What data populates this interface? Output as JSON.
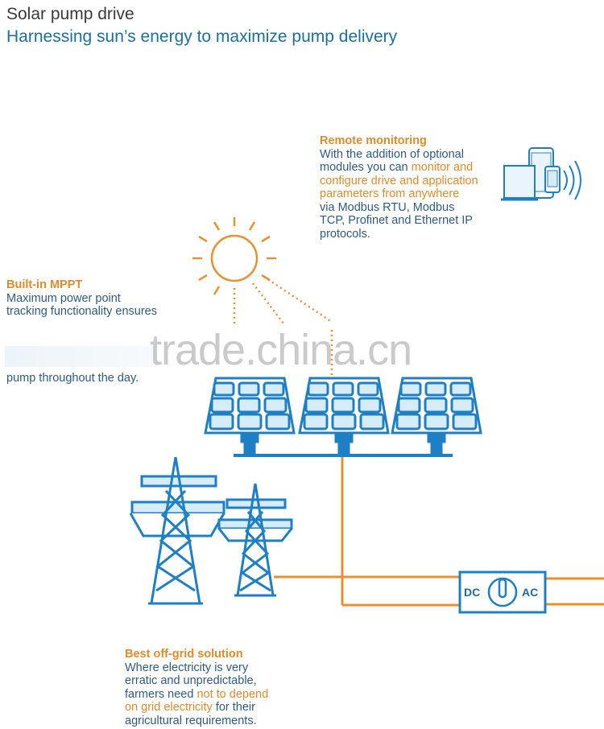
{
  "header": {
    "title": "Solar pump drive",
    "subtitle": "Harnessing sun’s energy to maximize pump delivery"
  },
  "remote": {
    "heading": "Remote monitoring",
    "l1": "With the addition of optional",
    "l2a": "modules you can ",
    "l2b": "monitor and",
    "l3": "configure drive and application",
    "l4": "parameters from anywhere",
    "l5": "via Modbus RTU, Modbus",
    "l6": "TCP, Profinet and Ethernet IP",
    "l7": "protocols."
  },
  "mppt": {
    "heading": "Built-in MPPT",
    "l1": "Maximum power point",
    "l2": "tracking functionality ensures",
    "l3": "pump throughout the day."
  },
  "offgrid": {
    "heading": "Best off-grid solution",
    "l1": "Where electricity is very",
    "l2": "erratic and unpredictable,",
    "l3a": "farmers need ",
    "l3b": "not to depend",
    "l4a": "on grid electricity",
    "l4b": " for their",
    "l5": "agricultural requirements."
  },
  "drive": {
    "dc_label": "DC",
    "ac_label": "AC"
  },
  "watermark": "trade.china.cn",
  "colors": {
    "blue": "#1f7fc4",
    "orange": "#e8902e",
    "light_blue": "#d6ecf8"
  }
}
